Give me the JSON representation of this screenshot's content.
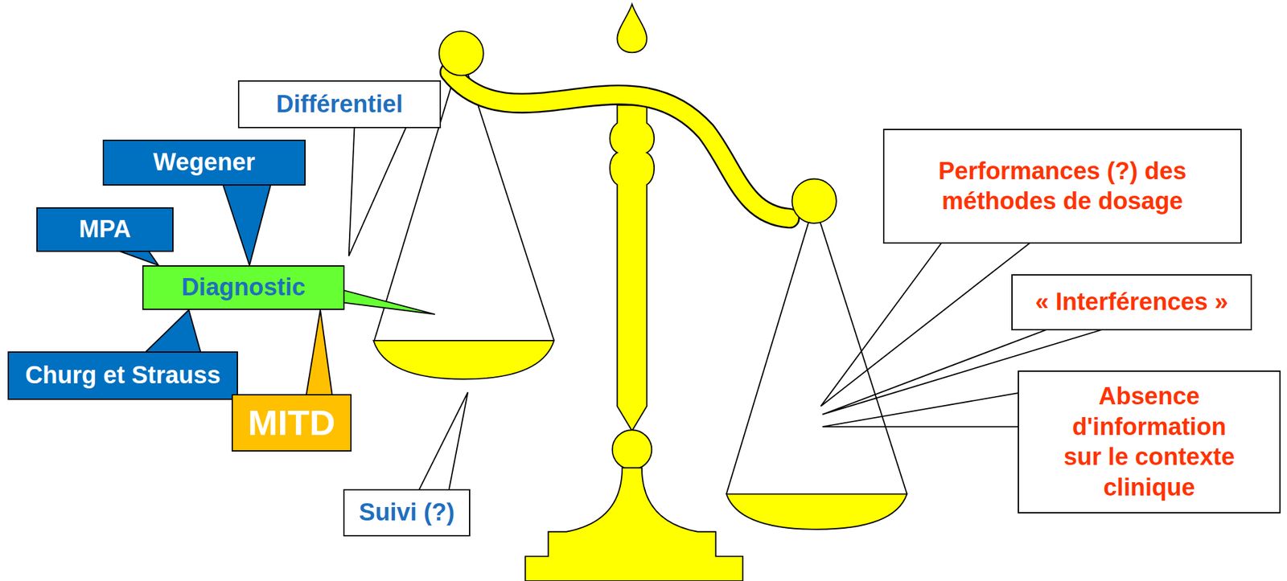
{
  "diagram": {
    "nodes": [
      {
        "text": [
          "Différentiel"
        ]
      },
      {
        "text": [
          "Wegener"
        ]
      },
      {
        "text": [
          "MPA"
        ]
      },
      {
        "text": [
          "Diagnostic"
        ]
      },
      {
        "text": [
          "Churg et Strauss"
        ]
      },
      {
        "text": [
          "MITD"
        ]
      },
      {
        "text": [
          "Suivi (?)"
        ]
      },
      {
        "text": [
          "Performances (?) des méthodes de dosage"
        ]
      },
      {
        "text": [
          "« Interférences »"
        ]
      },
      {
        "text": [
          "Absence d'information sur le contexte clinique"
        ]
      }
    ],
    "edges": [
      {
        "from": 1,
        "to": 3,
        "arrow": "none"
      },
      {
        "from": 2,
        "to": 3,
        "arrow": "none"
      },
      {
        "from": 4,
        "to": 3,
        "arrow": "none"
      },
      {
        "from": 5,
        "to": 3,
        "arrow": "none"
      }
    ]
  }
}
